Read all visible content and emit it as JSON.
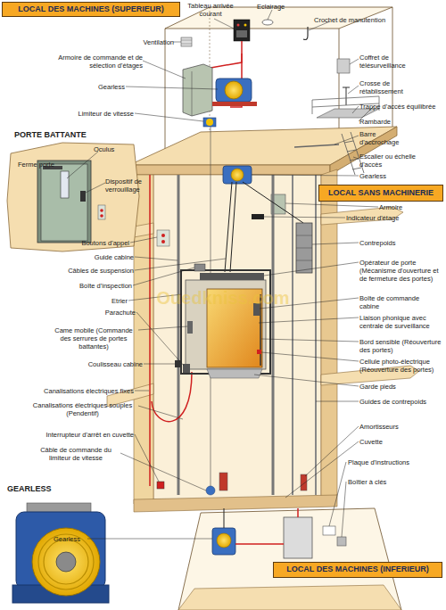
{
  "diagram": {
    "nodes": [
      {
        "text": [
          "LOCAL DES MACHINES (SUPERIEUR)"
        ]
      },
      {
        "text": [
          "LOCAL SANS MACHINERIE"
        ]
      },
      {
        "text": [
          "LOCAL DES MACHINES (INFERIEUR)"
        ]
      }
    ],
    "labels": [
      "Tableau arrivée courant",
      "Eclairage",
      "Crochet de manutention",
      "Ventilation",
      "Armoire de commande et de sélection d'étages",
      "Coffret de télésurveillance",
      "Gearless",
      "Crosse de rétablissement",
      "Trappe d'accès équilibrée",
      "Limiteur de vitesse",
      "Rambarde",
      "PORTE BATTANTE",
      "Barre d'accrochage",
      "Oculus",
      "Escalier ou échelle d'accès",
      "Ferme porte",
      "Gearless",
      "Dispositif de verrouillage",
      "Armoire",
      "Indicateur d'étage",
      "Boutons d'appel",
      "Contrepoids",
      "Guide cabine",
      "Opérateur de porte (Mécanisme d'ouverture et de fermeture des portes)",
      "Câbles de suspension",
      "Boîte d'inspection",
      "Boîte de commande cabine",
      "Etrier",
      "Parachute",
      "Liaison phonique avec centrale de surveillance",
      "Came mobile (Commande des serrures de portes battantes)",
      "Bord sensible (Réouverture des portes)",
      "Coulisseau cabine",
      "Cellule photo-électrique (Réouverture des portes)",
      "Garde pieds",
      "Canalisations électriques fixes",
      "Guides de contrepoids",
      "Canalisations électriques souples (Pendentif)",
      "Amortisseurs",
      "Interrupteur d'arrêt en cuvette",
      "Cuvette",
      "Câble de commande du limiteur de vitesse",
      "Plaque d'instructions",
      "Boîtier à clés",
      "GEARLESS",
      "Gearless",
      "Ouedkniss.com"
    ]
  }
}
